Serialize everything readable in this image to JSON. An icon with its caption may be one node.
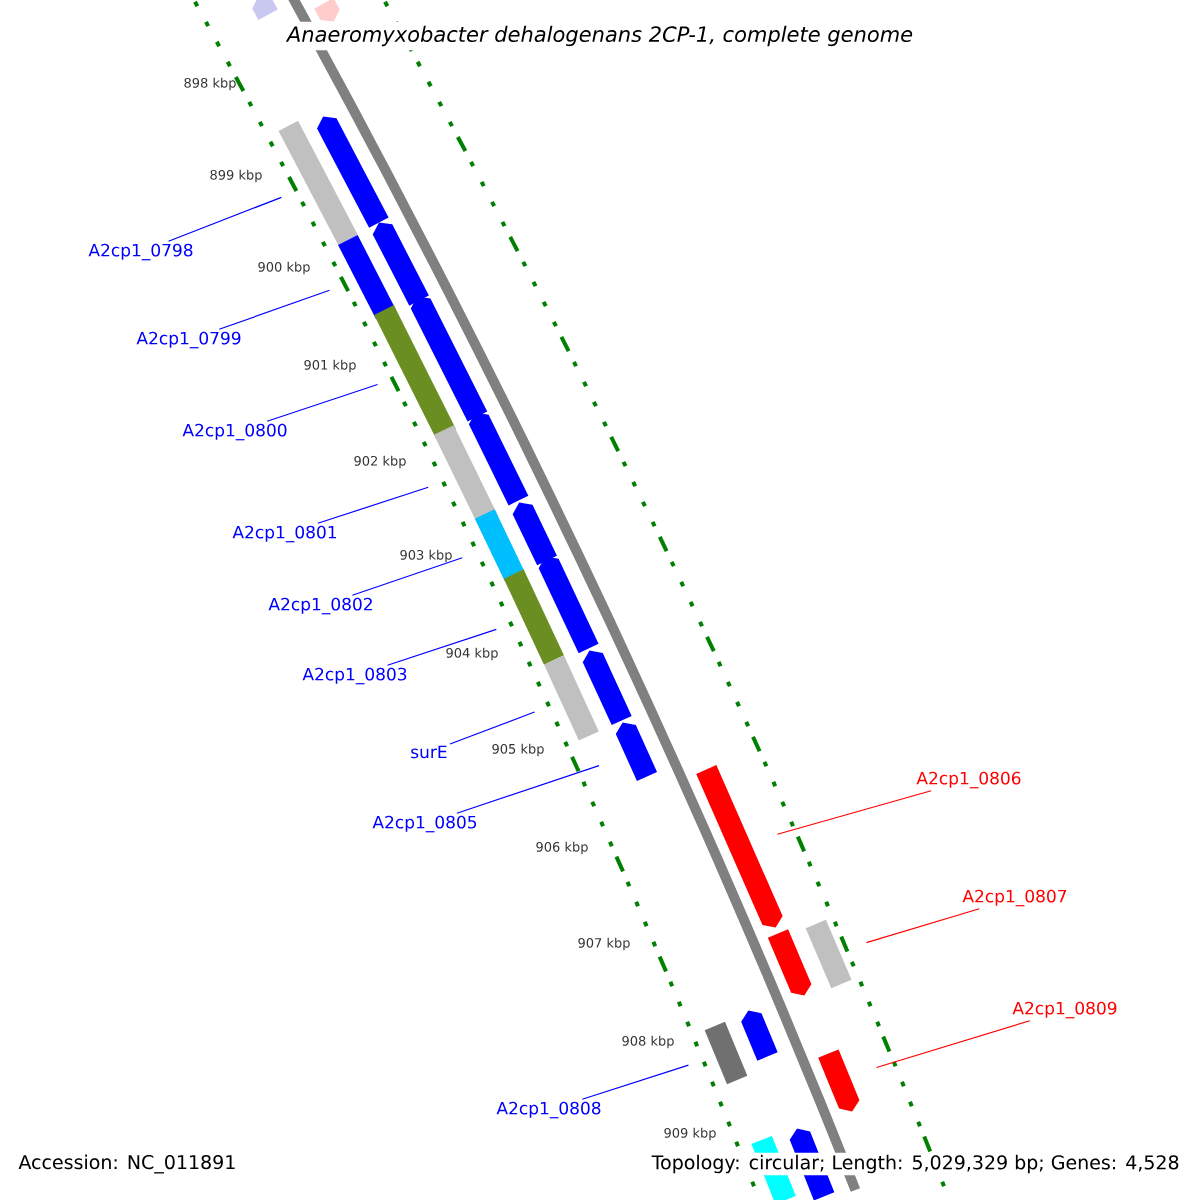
{
  "diagram": {
    "title": "Anaeromyxobacter dehalogenans 2CP-1, complete genome",
    "nodes": [
      {
        "text": [
          "A2cp1_0798"
        ]
      },
      {
        "text": [
          "A2cp1_0799"
        ]
      },
      {
        "text": [
          "A2cp1_0800"
        ]
      },
      {
        "text": [
          "A2cp1_0801"
        ]
      },
      {
        "text": [
          "A2cp1_0802"
        ]
      },
      {
        "text": [
          "A2cp1_0803"
        ]
      },
      {
        "text": [
          "surE"
        ]
      },
      {
        "text": [
          "A2cp1_0805"
        ]
      },
      {
        "text": [
          "A2cp1_0806"
        ]
      },
      {
        "text": [
          "A2cp1_0807"
        ]
      },
      {
        "text": [
          "A2cp1_0809"
        ]
      },
      {
        "text": [
          "A2cp1_0808"
        ]
      },
      {
        "text": [],
        "shape": "arrow"
      },
      {
        "text": [],
        "shape": "arrow"
      },
      {
        "text": [],
        "shape": "arrow"
      },
      {
        "text": [],
        "shape": "bar"
      },
      {
        "text": [],
        "shape": "arrow"
      },
      {
        "text": [],
        "shape": "bar"
      },
      {
        "text": [],
        "shape": "arrow"
      },
      {
        "text": [],
        "shape": "bar"
      },
      {
        "text": [],
        "shape": "arrow"
      },
      {
        "text": [],
        "shape": "bar"
      },
      {
        "text": [],
        "shape": "arrow"
      },
      {
        "text": [],
        "shape": "bar"
      },
      {
        "text": [],
        "shape": "arrow"
      },
      {
        "text": [],
        "shape": "bar"
      },
      {
        "text": [],
        "shape": "arrow"
      },
      {
        "text": [],
        "shape": "bar"
      },
      {
        "text": [],
        "shape": "arrow"
      },
      {
        "text": [],
        "shape": "arrow"
      },
      {
        "text": [],
        "shape": "bar"
      },
      {
        "text": [],
        "shape": "arrow"
      },
      {
        "text": [],
        "shape": "arrow"
      },
      {
        "text": [],
        "shape": "bar"
      },
      {
        "text": [],
        "shape": "arrow"
      },
      {
        "text": [],
        "shape": "arrow"
      },
      {
        "text": [],
        "shape": "bar"
      }
    ],
    "edges": [
      {
        "from": 0,
        "to": 15,
        "arrow": "none"
      },
      {
        "from": 1,
        "to": 17,
        "arrow": "none"
      },
      {
        "from": 2,
        "to": 19,
        "arrow": "none"
      },
      {
        "from": 3,
        "to": 21,
        "arrow": "none"
      },
      {
        "from": 4,
        "to": 23,
        "arrow": "none"
      },
      {
        "from": 5,
        "to": 25,
        "arrow": "none"
      },
      {
        "from": 6,
        "to": 27,
        "arrow": "none"
      },
      {
        "from": 7,
        "to": 28,
        "arrow": "none"
      },
      {
        "from": 8,
        "to": 29,
        "arrow": "none",
        "color": "#ff0000"
      },
      {
        "from": 9,
        "to": 30,
        "arrow": "none",
        "color": "#ff0000"
      },
      {
        "from": 10,
        "to": 34,
        "arrow": "none",
        "color": "#ff0000"
      },
      {
        "from": 11,
        "to": 33,
        "arrow": "none"
      }
    ],
    "labels": [
      "898 kbp",
      "899 kbp",
      "900 kbp",
      "901 kbp",
      "902 kbp",
      "903 kbp",
      "904 kbp",
      "905 kbp",
      "906 kbp",
      "907 kbp",
      "908 kbp",
      "909 kbp",
      "Accession: NC_011891",
      "Topology: circular; Length: 5,029,329 bp; Genes: 4,528"
    ]
  }
}
